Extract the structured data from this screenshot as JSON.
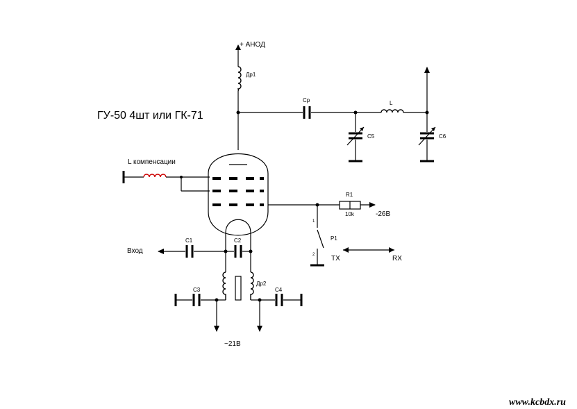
{
  "title": "ГУ-50 4шт или ГК-71",
  "labels": {
    "anode": "+ АНОД",
    "dr1": "Др1",
    "dr2": "Др2",
    "cp": "Cp",
    "l_out": "L",
    "c5": "C5",
    "c6": "C6",
    "l_comp": "L компенсации",
    "r1": "R1",
    "r1_value": "10k",
    "bias": "-26В",
    "p1": "P1",
    "pin1": "1",
    "pin2": "2",
    "tx": "TX",
    "rx": "RX",
    "input": "Вход",
    "c1": "C1",
    "c2": "C2",
    "c3": "C3",
    "c4": "C4",
    "filament": "~21В"
  },
  "watermark": "www.kcbdx.ru"
}
